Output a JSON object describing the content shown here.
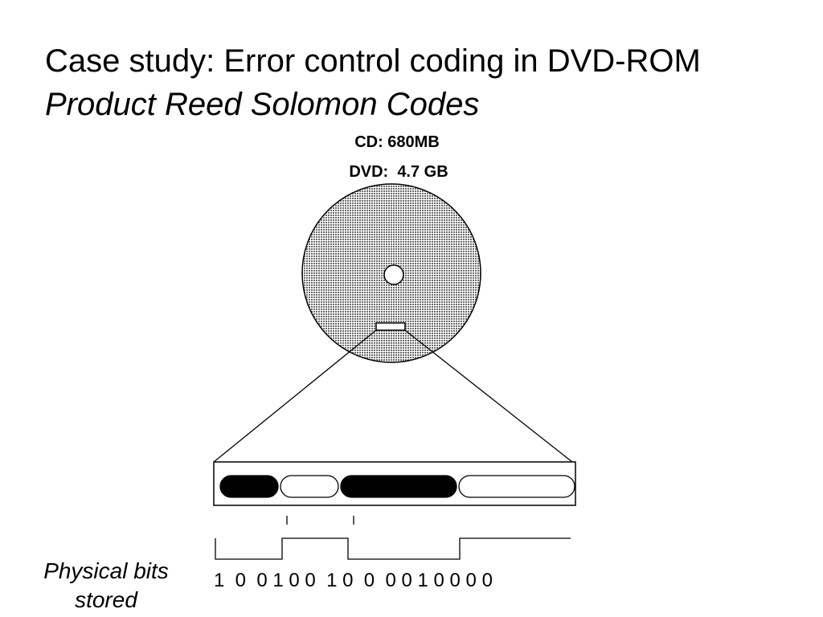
{
  "slide": {
    "title": "Case study:  Error control coding in DVD-ROM",
    "subtitle": "Product Reed Solomon Codes"
  },
  "disc": {
    "cd_capacity": "CD: 680MB",
    "dvd_capacity": "DVD:  4.7 GB"
  },
  "track": {
    "marks": [
      {
        "kind": "pit",
        "length": 2
      },
      {
        "kind": "land",
        "length": 2
      },
      {
        "kind": "pit",
        "length": 4
      },
      {
        "kind": "land",
        "length": 4
      }
    ]
  },
  "waveform": {
    "levels": [
      "low",
      "high",
      "low",
      "high"
    ]
  },
  "bits": {
    "caption": "Physical bits stored",
    "sequence": "1  0  0 1 0 0  1 0  0  0 0 1 0 0 0 0"
  },
  "colors": {
    "disc_fill": "#d8d8d8",
    "pit_fill": "#000000",
    "land_fill": "#ffffff",
    "line": "#000000"
  }
}
